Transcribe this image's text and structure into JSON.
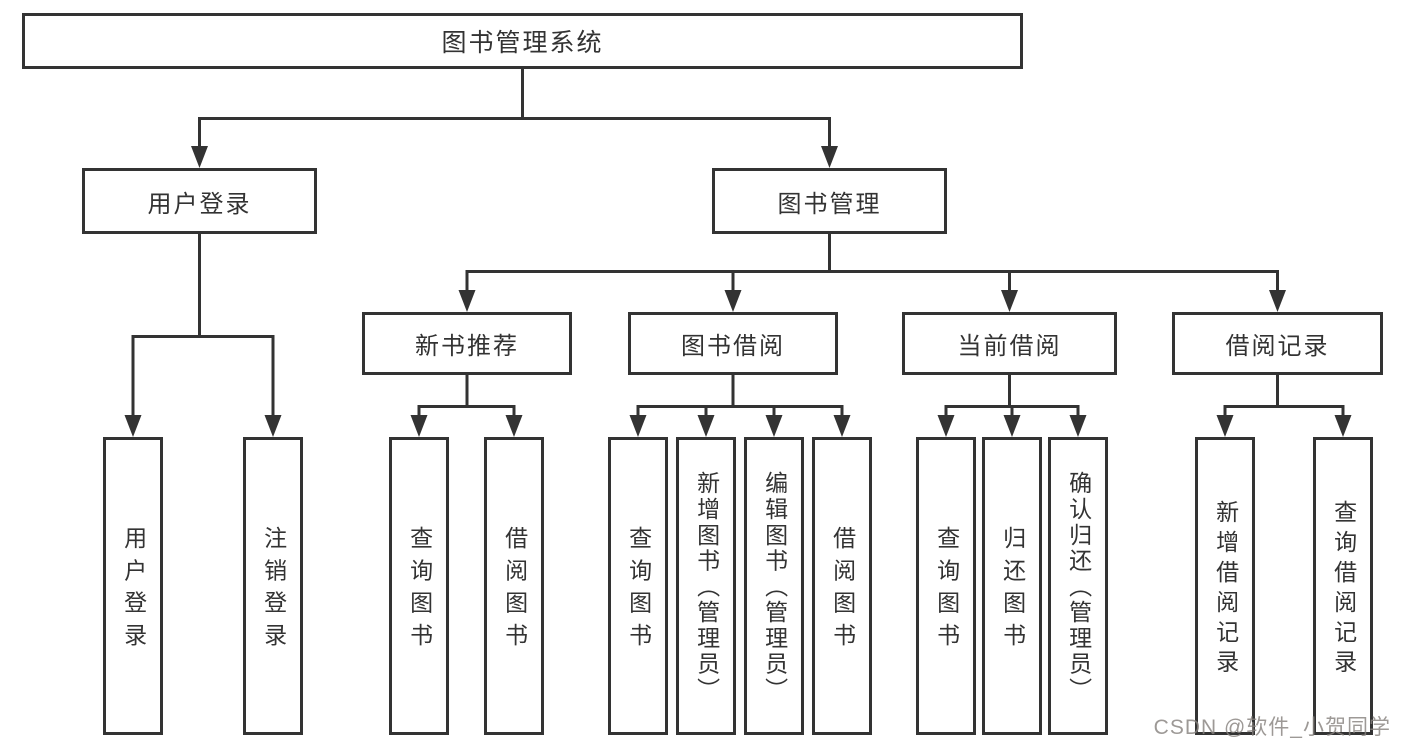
{
  "colors": {
    "background": "#ffffff",
    "line": "#333333",
    "box_border": "#333333",
    "box_background": "#ffffff",
    "text": "#333333",
    "watermark_text": "#87827f"
  },
  "diagram": {
    "root": {
      "label": "图书管理系统"
    },
    "level2": [
      {
        "label": "用户登录",
        "parent": "图书管理系统"
      },
      {
        "label": "图书管理",
        "parent": "图书管理系统"
      }
    ],
    "level3": [
      {
        "label": "新书推荐",
        "parent": "图书管理"
      },
      {
        "label": "图书借阅",
        "parent": "图书管理"
      },
      {
        "label": "当前借阅",
        "parent": "图书管理"
      },
      {
        "label": "借阅记录",
        "parent": "图书管理"
      }
    ],
    "leaves": [
      {
        "label": "用户登录",
        "parent": "用户登录"
      },
      {
        "label": "注销登录",
        "parent": "用户登录"
      },
      {
        "label": "查询图书",
        "parent": "新书推荐"
      },
      {
        "label": "借阅图书",
        "parent": "新书推荐"
      },
      {
        "label": "查询图书",
        "parent": "图书借阅"
      },
      {
        "label": "新增图书（管理员）",
        "parent": "图书借阅"
      },
      {
        "label": "编辑图书（管理员）",
        "parent": "图书借阅"
      },
      {
        "label": "借阅图书",
        "parent": "图书借阅"
      },
      {
        "label": "查询图书",
        "parent": "当前借阅"
      },
      {
        "label": "归还图书",
        "parent": "当前借阅"
      },
      {
        "label": "确认归还（管理员）",
        "parent": "当前借阅"
      },
      {
        "label": "新增借阅记录",
        "parent": "借阅记录"
      },
      {
        "label": "查询借阅记录",
        "parent": "借阅记录"
      }
    ]
  },
  "watermark": {
    "text": "CSDN @软件_小贺同学"
  }
}
